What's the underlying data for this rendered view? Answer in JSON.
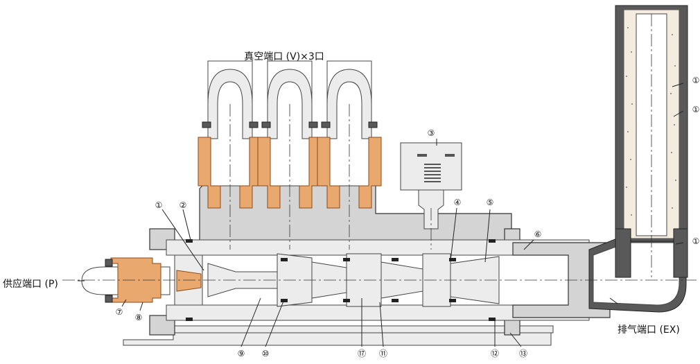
{
  "labels": {
    "vacuum_port": "真空端口 (V)×3口",
    "supply_port": "供应端口 (P)",
    "exhaust_port": "排气端口 (EX)"
  },
  "part_numbers": [
    "①",
    "②",
    "③",
    "④",
    "⑤",
    "⑥",
    "⑦",
    "⑧",
    "⑨",
    "⑩",
    "⑰",
    "⑪",
    "⑫",
    "⑬",
    "①",
    "①",
    "①"
  ],
  "colors": {
    "body_gray": "#d4d4d4",
    "fitting_copper": "#e9a86e",
    "silencer_dark": "#595959"
  }
}
